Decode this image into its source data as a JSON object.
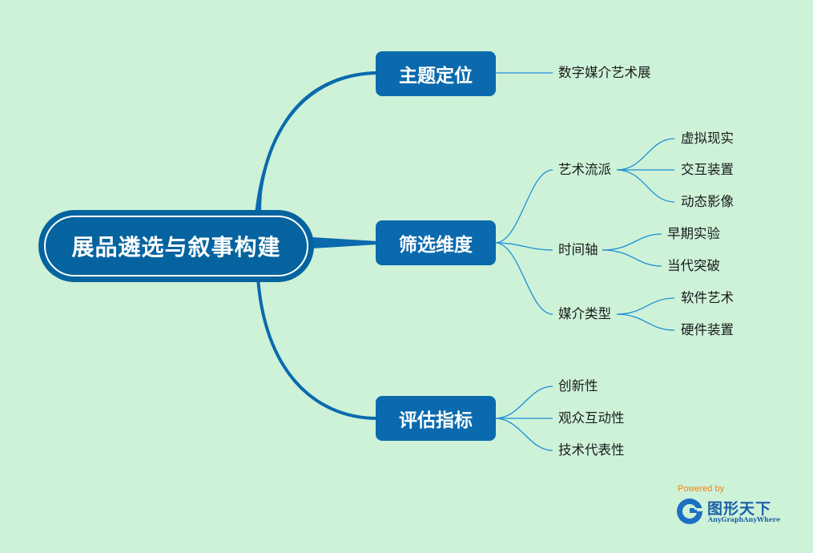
{
  "root": {
    "label": "展品遴选与叙事构建"
  },
  "branches": [
    {
      "label": "主题定位",
      "children": [
        {
          "label": "数字媒介艺术展"
        }
      ]
    },
    {
      "label": "筛选维度",
      "children": [
        {
          "label": "艺术流派",
          "children": [
            {
              "label": "虚拟现实"
            },
            {
              "label": "交互装置"
            },
            {
              "label": "动态影像"
            }
          ]
        },
        {
          "label": "时间轴",
          "children": [
            {
              "label": "早期实验"
            },
            {
              "label": "当代突破"
            }
          ]
        },
        {
          "label": "媒介类型",
          "children": [
            {
              "label": "软件艺术"
            },
            {
              "label": "硬件装置"
            }
          ]
        }
      ]
    },
    {
      "label": "评估指标",
      "children": [
        {
          "label": "创新性"
        },
        {
          "label": "观众互动性"
        },
        {
          "label": "技术代表性"
        }
      ]
    }
  ],
  "logo": {
    "powered_by": "Powered by",
    "name": "图形天下",
    "subtitle": "AnyGraphAnyWhere"
  },
  "colors": {
    "background": "#cdf2d8",
    "root": "#05649f",
    "main_node": "#0a6aad",
    "trunk": "#0a6aad",
    "connector": "#1e8fd6",
    "logo_orange": "#f0831e",
    "logo_blue": "#1d5fa8"
  }
}
